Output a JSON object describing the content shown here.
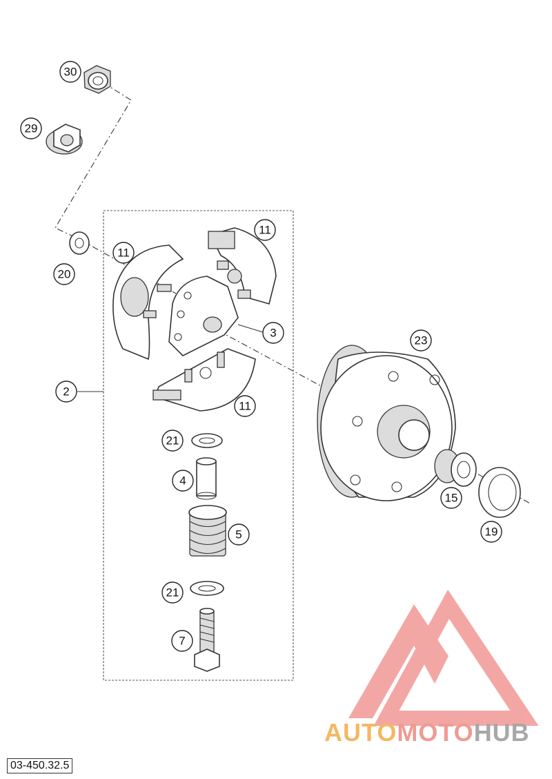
{
  "diagram": {
    "reference_code": "03-450.32.5",
    "callouts": [
      "30",
      "29",
      "20",
      "11",
      "11",
      "3",
      "23",
      "2",
      "11",
      "21",
      "4",
      "5",
      "21",
      "7",
      "15",
      "19"
    ]
  },
  "watermark": {
    "part1": "AUTO",
    "part2": "MOTO",
    "part3": "HUB",
    "colors": {
      "part1": "#f4b763",
      "part2": "#ef9a93",
      "part3": "#a8a8a8",
      "triangle": "#f08a86"
    }
  }
}
